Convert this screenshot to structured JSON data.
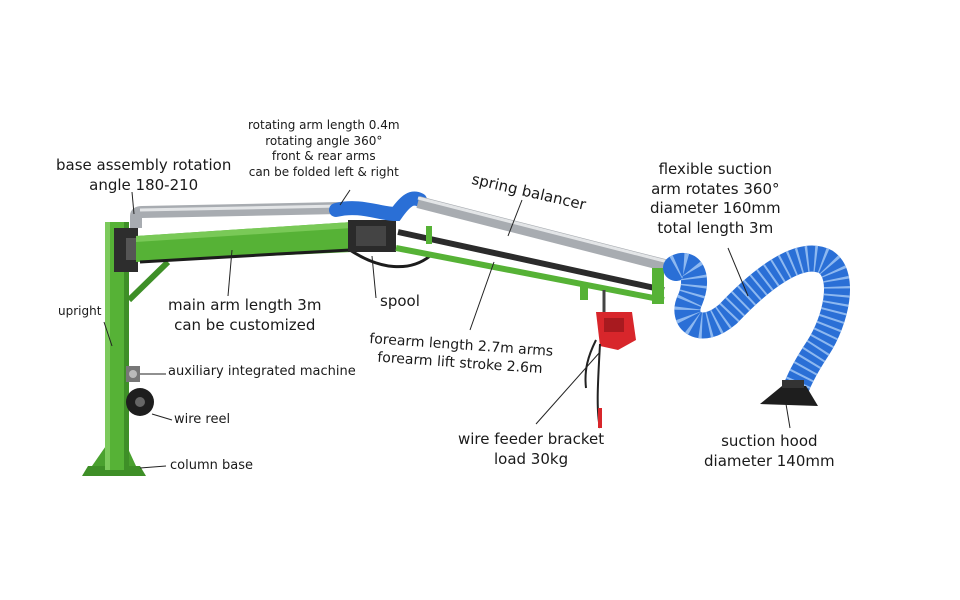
{
  "colors": {
    "frame_green": "#56b236",
    "frame_green_dark": "#2f7a1e",
    "hose_blue": "#2a6fd6",
    "duct_silver": "#b9bdc2",
    "feeder_red": "#d8262b",
    "leader_line": "#222222"
  },
  "labels": {
    "base_rotation": [
      "base assembly rotation",
      "angle 180-210"
    ],
    "rotating_arm": [
      "rotating arm length 0.4m",
      "rotating angle 360°",
      "front & rear arms",
      "can be folded left & right"
    ],
    "spring_balancer": "spring balancer",
    "flexible_arm": [
      "flexible suction",
      "arm rotates 360°",
      "diameter 160mm",
      "total length 3m"
    ],
    "upright": "upright",
    "main_arm": [
      "main arm length 3m",
      "can be customized"
    ],
    "spool": "spool",
    "forearm": [
      "forearm length 2.7m arms",
      "forearm lift stroke 2.6m"
    ],
    "auxiliary": "auxiliary integrated machine",
    "wire_reel": "wire reel",
    "wire_feeder": [
      "wire feeder bracket",
      "load 30kg"
    ],
    "suction_hood": [
      "suction hood",
      "diameter 140mm"
    ],
    "column_base": "column base"
  }
}
